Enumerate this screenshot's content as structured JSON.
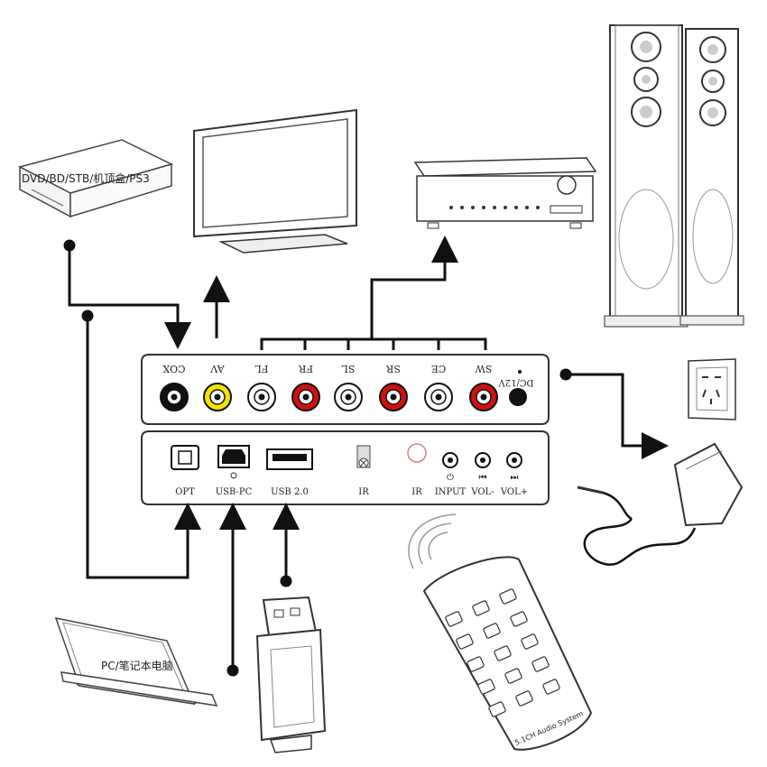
{
  "devices": {
    "dvd_label": "DVD/BD/STB/机顶盒/PS3",
    "pc_label": "PC/笔记本电脑"
  },
  "top_panel": {
    "ports": [
      {
        "label": "COX",
        "color": "#111111"
      },
      {
        "label": "AV",
        "color": "#f2e400"
      },
      {
        "label": "FL",
        "color": "#ffffff"
      },
      {
        "label": "FR",
        "color": "#d01010"
      },
      {
        "label": "SL",
        "color": "#ffffff"
      },
      {
        "label": "SR",
        "color": "#d01010"
      },
      {
        "label": "CE",
        "color": "#ffffff"
      },
      {
        "label": "SW",
        "color": "#d01010"
      }
    ],
    "dc_label": "DC/12V"
  },
  "bottom_panel": {
    "labels": [
      "OPT",
      "USB-PC",
      "USB 2.0",
      "IR",
      "IR",
      "INPUT",
      "VOL-",
      "VOL+"
    ],
    "button_symbols": [
      "⏻",
      "⏮",
      "⏭"
    ]
  },
  "remote": {
    "caption": "5.1CH Audio System"
  },
  "colors": {
    "line": "#111111",
    "red_jack": "#d01010",
    "yellow_jack": "#f2e400"
  }
}
